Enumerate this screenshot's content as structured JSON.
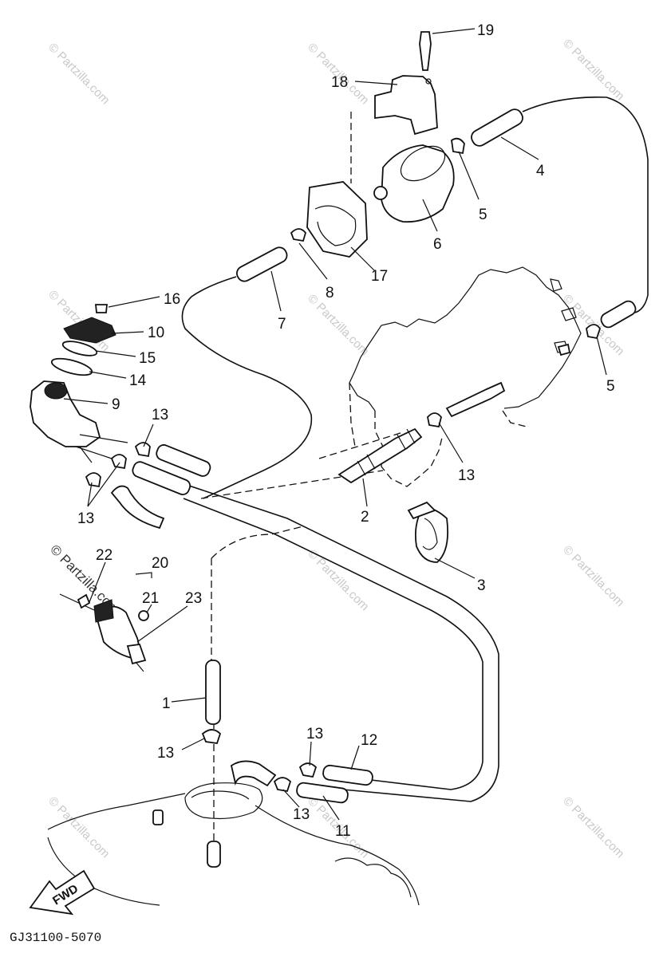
{
  "callouts": [
    {
      "id": "c19",
      "text": "19"
    },
    {
      "id": "c18",
      "text": "18"
    },
    {
      "id": "c4",
      "text": "4"
    },
    {
      "id": "c5a",
      "text": "5"
    },
    {
      "id": "c6",
      "text": "6"
    },
    {
      "id": "c17",
      "text": "17"
    },
    {
      "id": "c8",
      "text": "8"
    },
    {
      "id": "c7",
      "text": "7"
    },
    {
      "id": "c16",
      "text": "16"
    },
    {
      "id": "c10",
      "text": "10"
    },
    {
      "id": "c15",
      "text": "15"
    },
    {
      "id": "c14",
      "text": "14"
    },
    {
      "id": "c9",
      "text": "9"
    },
    {
      "id": "c13a",
      "text": "13"
    },
    {
      "id": "c13b",
      "text": "13"
    },
    {
      "id": "c5b",
      "text": "5"
    },
    {
      "id": "c13c",
      "text": "13"
    },
    {
      "id": "c2",
      "text": "2"
    },
    {
      "id": "c3",
      "text": "3"
    },
    {
      "id": "c22",
      "text": "22"
    },
    {
      "id": "c20",
      "text": "20"
    },
    {
      "id": "c21",
      "text": "21"
    },
    {
      "id": "c23",
      "text": "23"
    },
    {
      "id": "c1",
      "text": "1"
    },
    {
      "id": "c13d",
      "text": "13"
    },
    {
      "id": "c13e",
      "text": "13"
    },
    {
      "id": "c12",
      "text": "12"
    },
    {
      "id": "c13f",
      "text": "13"
    },
    {
      "id": "c11",
      "text": "11"
    }
  ],
  "fwd_label": "FWD",
  "diagram_code": "GJ31100-5070",
  "watermark_text": "© Partzilla.com",
  "colors": {
    "ink": "#111111",
    "watermark": "#c9c9c9",
    "background": "#ffffff"
  }
}
